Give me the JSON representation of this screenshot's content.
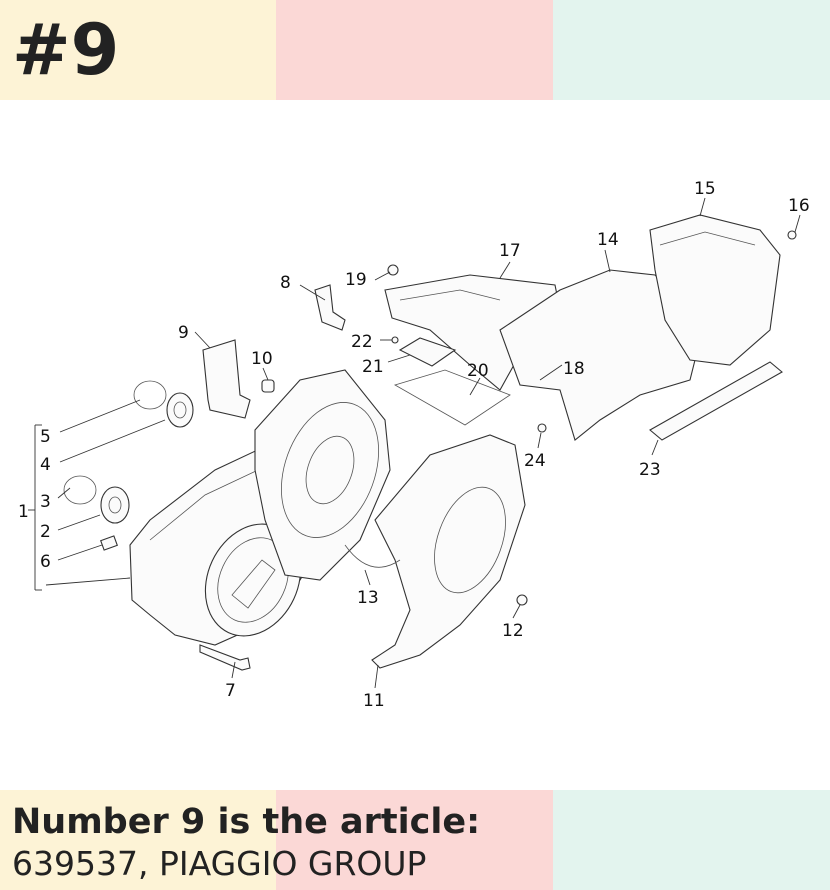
{
  "badge": "#9",
  "caption": {
    "line1": "Number 9 is the article:",
    "line2": "639537, PIAGGIO GROUP"
  },
  "diagram": {
    "callouts": [
      {
        "id": "1",
        "text": "1"
      },
      {
        "id": "2",
        "text": "2"
      },
      {
        "id": "3",
        "text": "3"
      },
      {
        "id": "4",
        "text": "4"
      },
      {
        "id": "5",
        "text": "5"
      },
      {
        "id": "6",
        "text": "6"
      },
      {
        "id": "7",
        "text": "7"
      },
      {
        "id": "8",
        "text": "8"
      },
      {
        "id": "9",
        "text": "9"
      },
      {
        "id": "10",
        "text": "10"
      },
      {
        "id": "11",
        "text": "11"
      },
      {
        "id": "12",
        "text": "12"
      },
      {
        "id": "13",
        "text": "13"
      },
      {
        "id": "14",
        "text": "14"
      },
      {
        "id": "15",
        "text": "15"
      },
      {
        "id": "16",
        "text": "16"
      },
      {
        "id": "17",
        "text": "17"
      },
      {
        "id": "18",
        "text": "18"
      },
      {
        "id": "19",
        "text": "19"
      },
      {
        "id": "20",
        "text": "20"
      },
      {
        "id": "21",
        "text": "21"
      },
      {
        "id": "22",
        "text": "22"
      },
      {
        "id": "23",
        "text": "23"
      },
      {
        "id": "24",
        "text": "24"
      }
    ]
  },
  "colors": {
    "band_left": "#fdf3d6",
    "band_middle": "#fbd8d6",
    "band_right": "#e3f4ee",
    "text": "#222222"
  }
}
